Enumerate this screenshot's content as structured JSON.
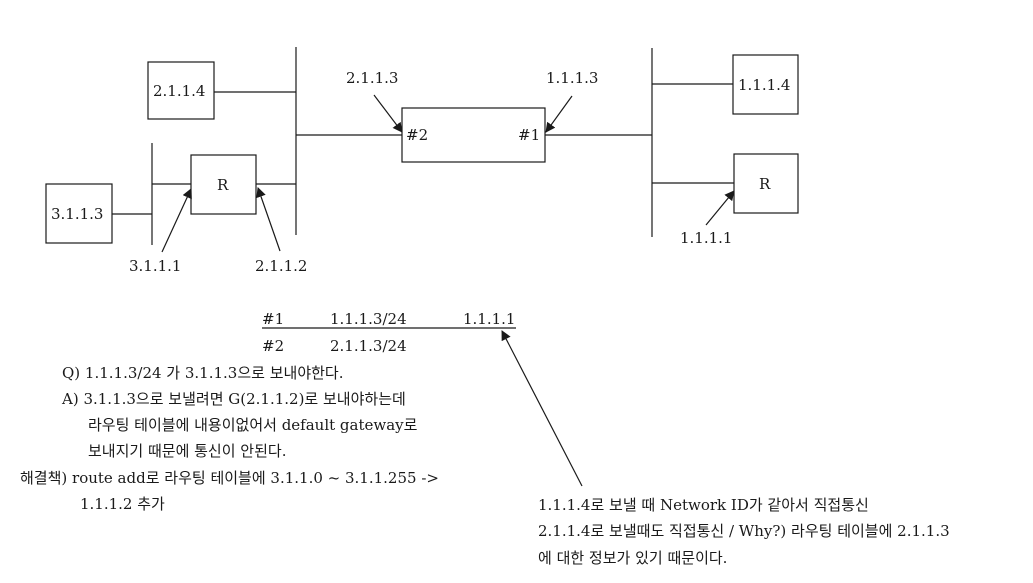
{
  "diagram": {
    "boxes": {
      "host_2114": "2.1.1.4",
      "host_3113": "3.1.1.3",
      "router_left": "R",
      "router_right": "R",
      "host_1114": "1.1.1.4",
      "center_port2": "#2",
      "center_port1": "#1"
    },
    "labels": {
      "ip_2113": "2.1.1.3",
      "ip_1113": "1.1.1.3",
      "ip_3111": "3.1.1.1",
      "ip_2112": "2.1.1.2",
      "ip_1111": "1.1.1.1"
    }
  },
  "routing_table": {
    "rows": [
      {
        "iface": "#1",
        "network": "1.1.1.3/24",
        "gateway": "1.1.1.1"
      },
      {
        "iface": "#2",
        "network": "2.1.1.3/24",
        "gateway": ""
      }
    ]
  },
  "notes": {
    "q_line": "Q) 1.1.1.3/24 가 3.1.1.3으로 보내야한다.",
    "a_line1": "A) 3.1.1.3으로 보낼려면 G(2.1.1.2)로 보내야하는데",
    "a_line2": "라우팅 테이블에 내용이없어서 default gateway로",
    "a_line3": "보내지기 때문에 통신이 안된다.",
    "fix_line1": "해결책) route add로 라우팅 테이블에 3.1.1.0 ~ 3.1.1.255 ->",
    "fix_line2": "1.1.1.2 추가",
    "right_line1": "1.1.1.4로 보낼 때 Network ID가 같아서 직접통신",
    "right_line2": "2.1.1.4로 보낼때도 직접통신 / Why?) 라우팅 테이블에 2.1.1.3",
    "right_line3": "에 대한 정보가 있기 때문이다."
  }
}
